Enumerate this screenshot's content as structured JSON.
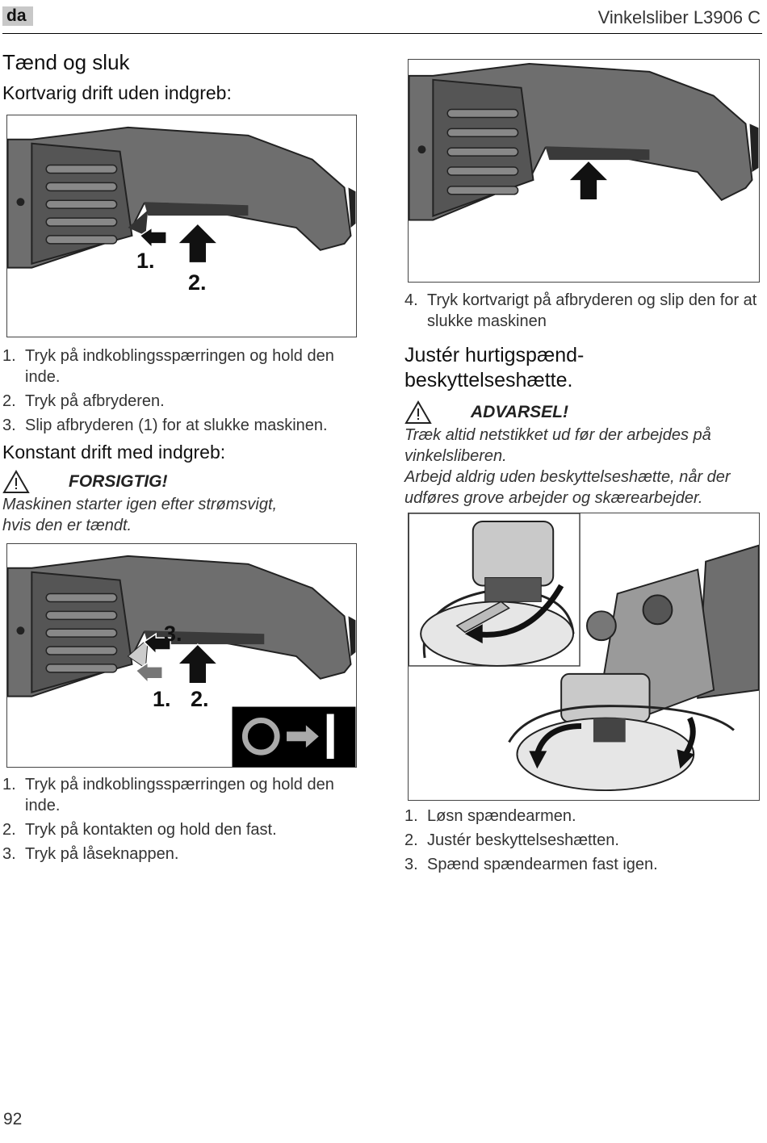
{
  "header": {
    "lang": "da",
    "title": "Vinkelsliber L3906 C"
  },
  "section1": {
    "title": "Tænd og sluk",
    "subtitle": "Kortvarig drift uden indgreb:",
    "figure_labels": [
      "1.",
      "2."
    ],
    "steps": [
      {
        "num": "1.",
        "text": "Tryk på indkoblingsspærringen og hold den inde."
      },
      {
        "num": "2.",
        "text": "Tryk på afbryderen."
      },
      {
        "num": "3.",
        "text": "Slip afbryderen (1) for at slukke maskinen."
      }
    ]
  },
  "section2": {
    "subtitle": "Konstant drift med indgreb:",
    "warning_title": "FORSIGTIG!",
    "warning_text": "Maskinen starter igen efter strømsvigt, hvis den er tændt.",
    "figure_labels": [
      "3.",
      "1.",
      "2."
    ],
    "steps": [
      {
        "num": "1.",
        "text": "Tryk på indkoblingsspærringen og hold den inde."
      },
      {
        "num": "2.",
        "text": "Tryk på kontakten og hold den fast."
      },
      {
        "num": "3.",
        "text": "Tryk på låseknappen."
      }
    ]
  },
  "right": {
    "step4": {
      "num": "4.",
      "text": "Tryk kortvarigt på afbryderen og slip den for at slukke maskinen"
    },
    "section_title": "Justér hurtigspænd-beskyttelseshætte.",
    "warning_title": "ADVARSEL!",
    "warning_lines": [
      "Træk altid netstikket ud før der arbejdes på vinkelsliberen.",
      "Arbejd aldrig uden beskyttelseshætte, når der udføres grove arbejder og skærearbejder."
    ],
    "steps": [
      {
        "num": "1.",
        "text": "Løsn spændearmen."
      },
      {
        "num": "2.",
        "text": "Justér beskyttelseshætten."
      },
      {
        "num": "3.",
        "text": "Spænd spændearmen fast igen."
      }
    ]
  },
  "footer": {
    "page": "92"
  },
  "colors": {
    "tool_body": "#6e6e6e",
    "tool_dark": "#3a3a3a",
    "arrow": "#111111",
    "badge": "#c8c8c8"
  }
}
